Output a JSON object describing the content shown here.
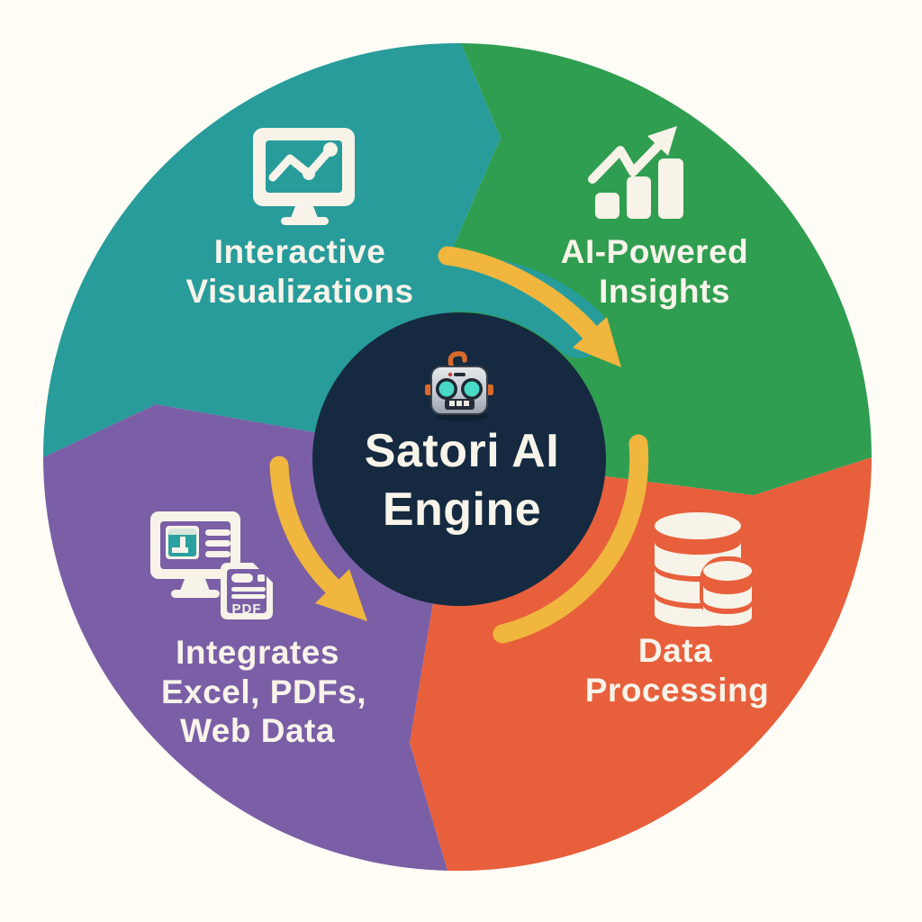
{
  "title": "Satori AI Engine process diagram",
  "background_color": "#FFFDF6",
  "colors": {
    "teal": "#279C9B",
    "green": "#2F9E50",
    "orange": "#E85F3C",
    "purple": "#7A5FA6",
    "navy": "#152A40",
    "arrow_yellow": "#F0B63E",
    "label_cream": "#F8F4EA"
  },
  "center": {
    "icon": "robot-icon",
    "title_line1": "Satori AI",
    "title_line2": "Engine"
  },
  "segments": [
    {
      "id": "interactive-visualizations",
      "position": "top-left",
      "color_key": "teal",
      "icon": "monitor-line-chart-icon",
      "line1": "Interactive",
      "line2": "Visualizations"
    },
    {
      "id": "ai-powered-insights",
      "position": "top-right",
      "color_key": "green",
      "icon": "bar-chart-growth-icon",
      "line1": "AI-Powered",
      "line2": "Insights"
    },
    {
      "id": "data-processing",
      "position": "bottom-right",
      "color_key": "orange",
      "icon": "database-icon",
      "line1": "Data",
      "line2": "Processing"
    },
    {
      "id": "integrates-sources",
      "position": "bottom-left",
      "color_key": "purple",
      "icon": "monitor-pdf-document-icon",
      "line1": "Integrates",
      "line2": "Excel, PDFs,",
      "line3": "Web Data"
    }
  ],
  "icon_texts": {
    "pdf_label": "PDF"
  },
  "arrows": [
    {
      "id": "arrow-teal-to-green",
      "style": "curved-with-head"
    },
    {
      "id": "arrow-to-bottom-left",
      "style": "arc-with-head"
    },
    {
      "id": "arc-right-connector",
      "style": "arc-no-head"
    }
  ]
}
